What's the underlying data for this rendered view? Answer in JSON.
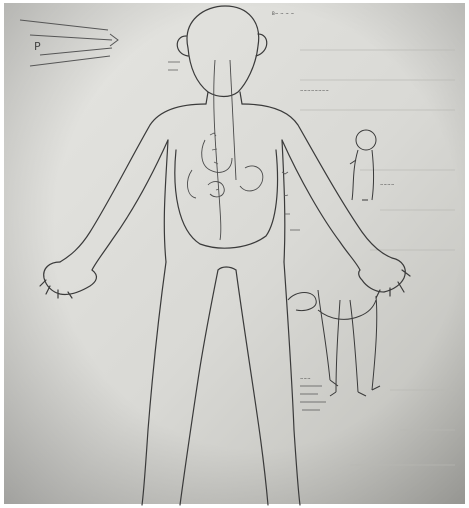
{
  "image": {
    "description_type": "photo-of-hand-drawn-sketch",
    "paper_color": "#dcdcd8",
    "ink_color": "#2f2f2f"
  },
  "annotations": {
    "mouth_label": "P",
    "top_note": "B~ ~ ~ ~",
    "right_note": "~~~~~~~~",
    "small_figure_note": "~~~~",
    "leg_note": "~~~"
  }
}
